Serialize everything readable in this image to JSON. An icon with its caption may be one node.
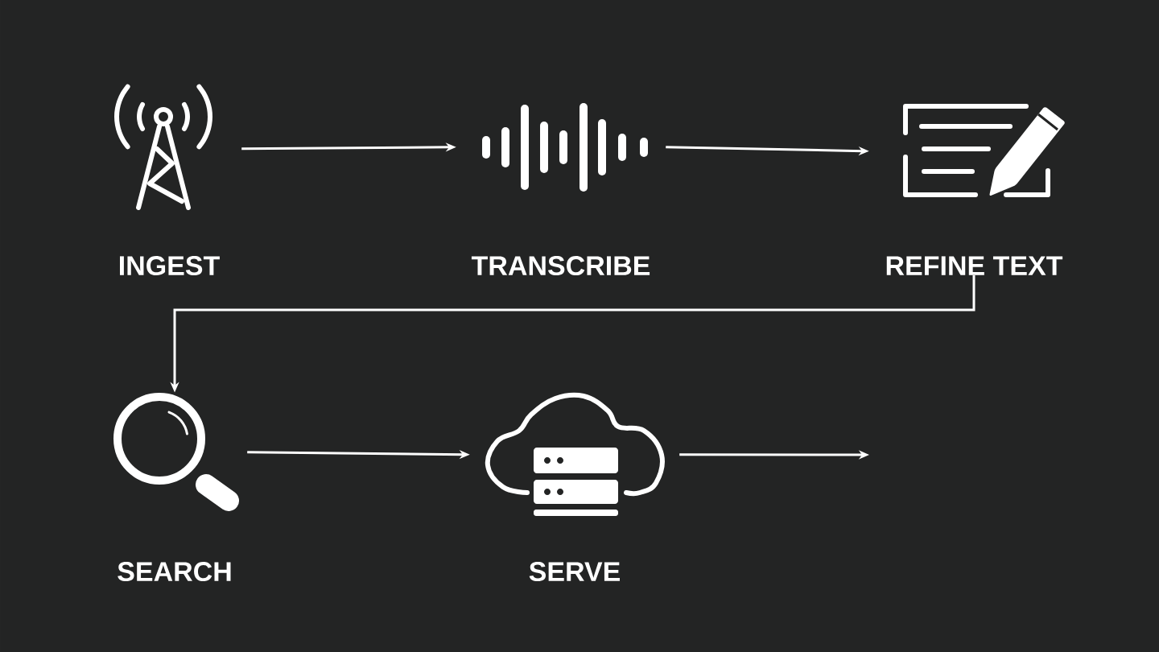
{
  "diagram": {
    "nodes": [
      {
        "text": [
          "INGEST"
        ]
      },
      {
        "text": [
          "TRANSCRIBE"
        ]
      },
      {
        "text": [
          "REFINE TEXT"
        ]
      },
      {
        "text": [
          "SEARCH"
        ]
      },
      {
        "text": [
          "SERVE"
        ]
      }
    ],
    "edges": [
      {
        "from": 0,
        "to": 1,
        "arrow": "to"
      },
      {
        "from": 1,
        "to": 2,
        "arrow": "to"
      },
      {
        "from": 2,
        "to": 3,
        "arrow": "to"
      },
      {
        "from": 3,
        "to": 4,
        "arrow": "to"
      },
      {
        "from": 4,
        "to": null,
        "arrow": "to"
      }
    ]
  }
}
